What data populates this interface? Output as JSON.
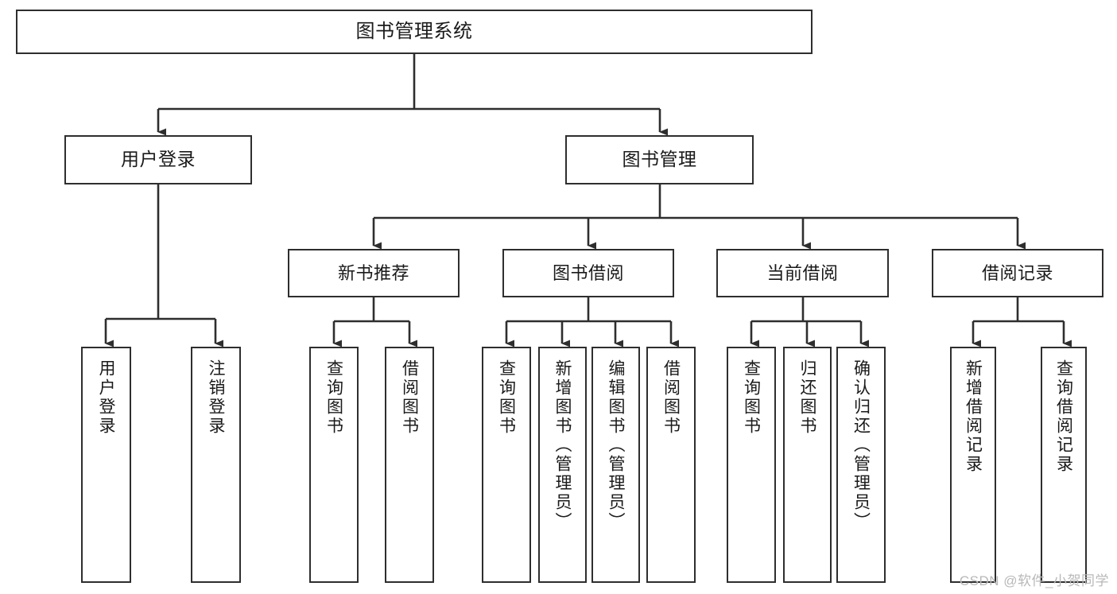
{
  "diagram": {
    "title": "图书管理系统",
    "type": "tree-hierarchy",
    "watermark": "CSDN @软件_小贺同学",
    "colors": {
      "box_border": "#2e2e2e",
      "box_fill": "#ffffff",
      "edge": "#2e2e2e",
      "text": "#1a1a1a",
      "watermark": "#b8b8b8",
      "background": "#ffffff"
    }
  },
  "nodes": {
    "root": {
      "label": "图书管理系统"
    },
    "level2": [
      {
        "label": "用户登录"
      },
      {
        "label": "图书管理"
      }
    ],
    "level3": [
      {
        "label": "新书推荐"
      },
      {
        "label": "图书借阅"
      },
      {
        "label": "当前借阅"
      },
      {
        "label": "借阅记录"
      }
    ],
    "leaves": {
      "user_login": [
        {
          "label": "用户登录"
        },
        {
          "label": "注销登录"
        }
      ],
      "new_book_recommend": [
        {
          "label": "查询图书"
        },
        {
          "label": "借阅图书"
        }
      ],
      "book_borrow": [
        {
          "label": "查询图书"
        },
        {
          "label": "新增图书（管理员）"
        },
        {
          "label": "编辑图书（管理员）"
        },
        {
          "label": "借阅图书"
        }
      ],
      "current_borrow": [
        {
          "label": "查询图书"
        },
        {
          "label": "归还图书"
        },
        {
          "label": "确认归还（管理员）"
        }
      ],
      "borrow_record": [
        {
          "label": "新增借阅记录"
        },
        {
          "label": "查询借阅记录"
        }
      ]
    }
  },
  "edges": [
    {
      "from": "图书管理系统",
      "to": "用户登录"
    },
    {
      "from": "图书管理系统",
      "to": "图书管理"
    },
    {
      "from": "用户登录",
      "to": "用户登录"
    },
    {
      "from": "用户登录",
      "to": "注销登录"
    },
    {
      "from": "图书管理",
      "to": "新书推荐"
    },
    {
      "from": "图书管理",
      "to": "图书借阅"
    },
    {
      "from": "图书管理",
      "to": "当前借阅"
    },
    {
      "from": "图书管理",
      "to": "借阅记录"
    },
    {
      "from": "新书推荐",
      "to": "查询图书"
    },
    {
      "from": "新书推荐",
      "to": "借阅图书"
    },
    {
      "from": "图书借阅",
      "to": "查询图书"
    },
    {
      "from": "图书借阅",
      "to": "新增图书（管理员）"
    },
    {
      "from": "图书借阅",
      "to": "编辑图书（管理员）"
    },
    {
      "from": "图书借阅",
      "to": "借阅图书"
    },
    {
      "from": "当前借阅",
      "to": "查询图书"
    },
    {
      "from": "当前借阅",
      "to": "归还图书"
    },
    {
      "from": "当前借阅",
      "to": "确认归还（管理员）"
    },
    {
      "from": "借阅记录",
      "to": "新增借阅记录"
    },
    {
      "from": "借阅记录",
      "to": "查询借阅记录"
    }
  ]
}
